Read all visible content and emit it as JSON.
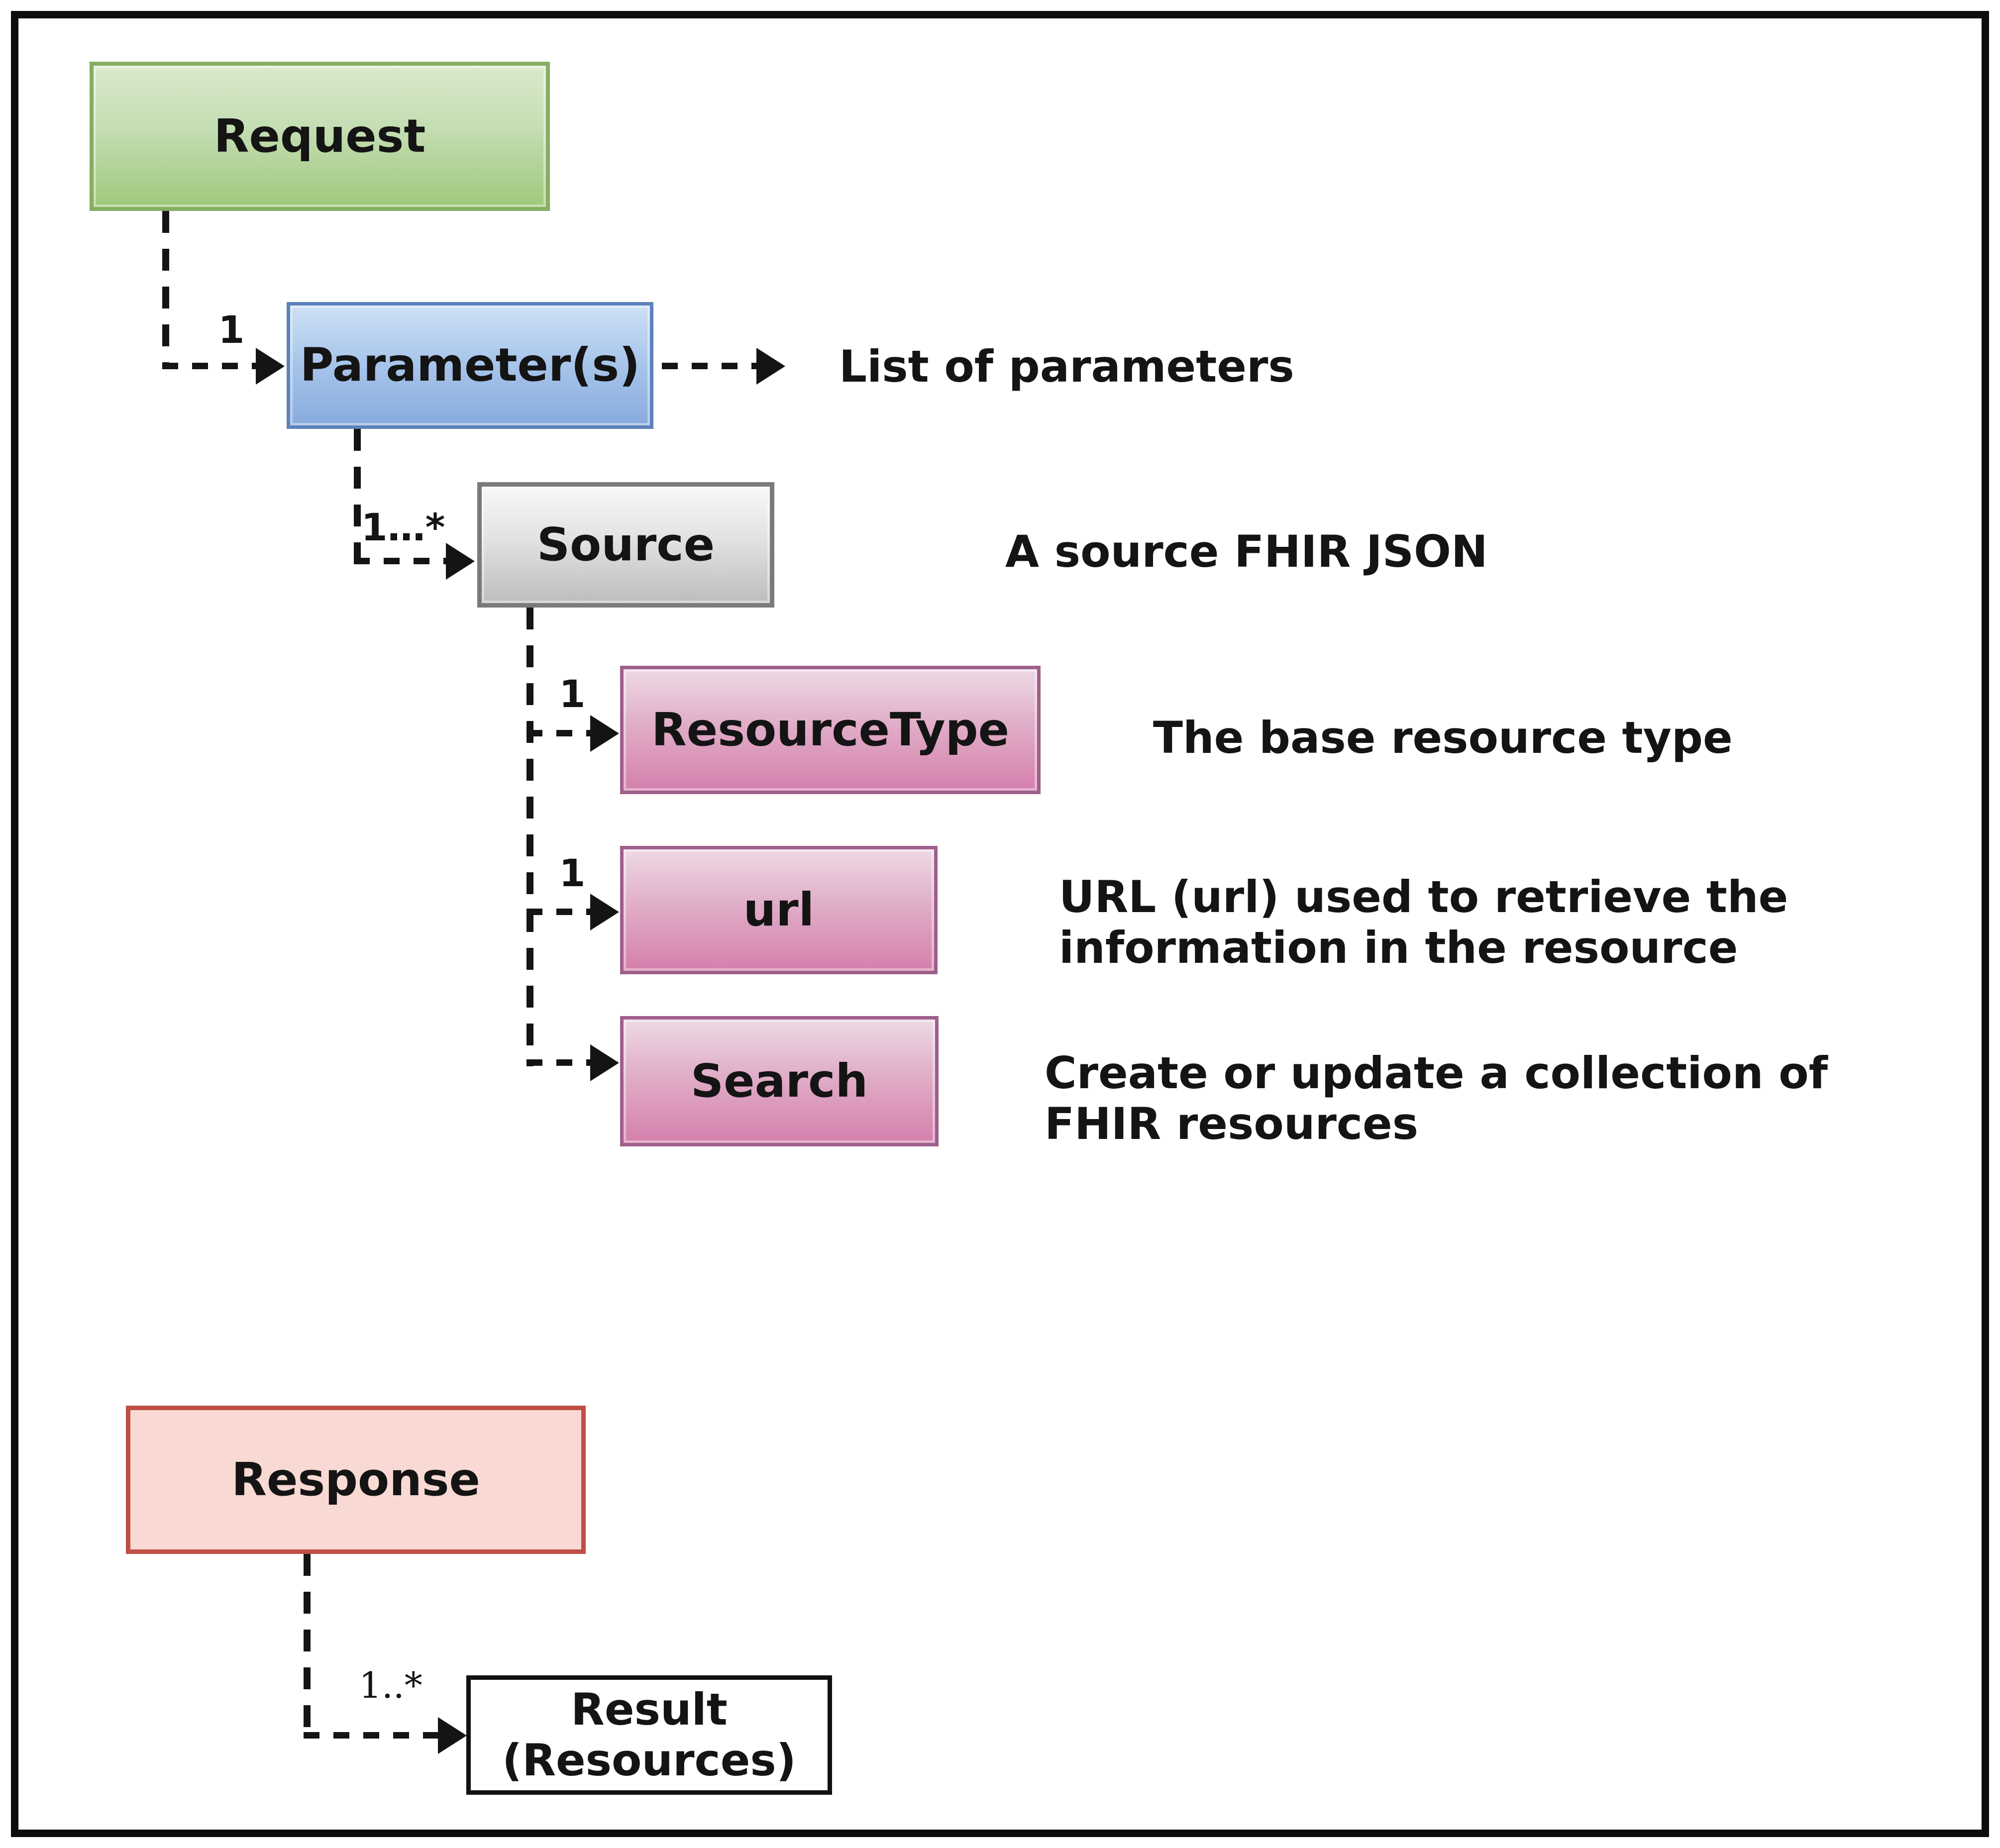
{
  "diagram": {
    "nodes": {
      "request": {
        "label": "Request",
        "fill_top": "#d9e9cd",
        "fill_bottom": "#9fc87c",
        "border": "#85ae63"
      },
      "parameters": {
        "label": "Parameter(s)",
        "fill_top": "#cde0f5",
        "fill_bottom": "#87abdd",
        "border": "#5d82b8"
      },
      "source": {
        "label": "Source",
        "fill_top": "#f7f7f7",
        "fill_bottom": "#bdbdbb",
        "border": "#7a7a7a"
      },
      "resource_type": {
        "label": "ResourceType",
        "fill_top": "#eed9e5",
        "fill_bottom": "#d57fac",
        "border": "#9e5f8b"
      },
      "url": {
        "label": "url",
        "fill_top": "#eed9e5",
        "fill_bottom": "#d57fac",
        "border": "#9e5f8b"
      },
      "search": {
        "label": "Search",
        "fill_top": "#eed9e5",
        "fill_bottom": "#d57fac",
        "border": "#9e5f8b"
      },
      "response": {
        "label": "Response",
        "fill": "#f8d9d3",
        "border": "#bf4f43"
      },
      "result": {
        "label": "Result\n(Resources)",
        "fill": "#ffffff",
        "border": "#111111"
      }
    },
    "annotations": {
      "parameters_note": "List of parameters",
      "source_note": "A source FHIR JSON",
      "resource_type_note": "The base resource type",
      "url_note": "URL (url) used to retrieve the\ninformation in the resource",
      "search_note": "Create or update a collection of\nFHIR resources"
    },
    "multiplicities": {
      "request_parameters": "1",
      "parameters_source": "1…*",
      "source_resource_type": "1",
      "source_url": "1",
      "response_result": "1..*"
    }
  }
}
